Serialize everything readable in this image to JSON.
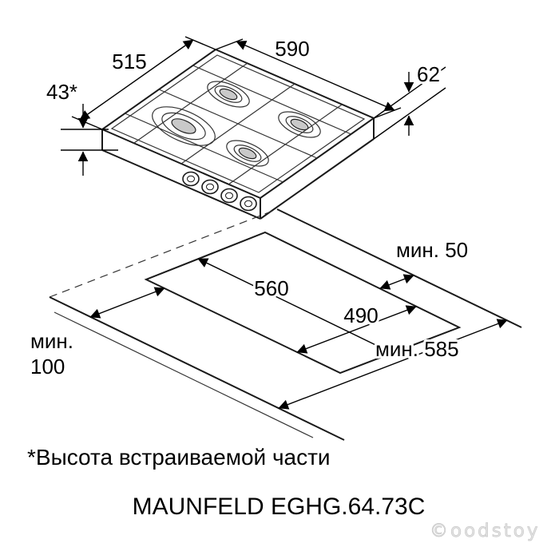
{
  "diagram": {
    "labels": {
      "width_top": "590",
      "side_height": "62",
      "depth_top": "515",
      "builtin_height": "43*",
      "cutout_width": "560",
      "cutout_depth": "490",
      "min_back_clearance": "мин. 50",
      "min_worktop_depth": "мин. 585",
      "min_front_word": "мин.",
      "min_front_value": "100"
    },
    "footnote": "*Высота встраиваемой части",
    "model": "MAUNFELD EGHG.64.73C",
    "watermark": "©oodstoy"
  }
}
